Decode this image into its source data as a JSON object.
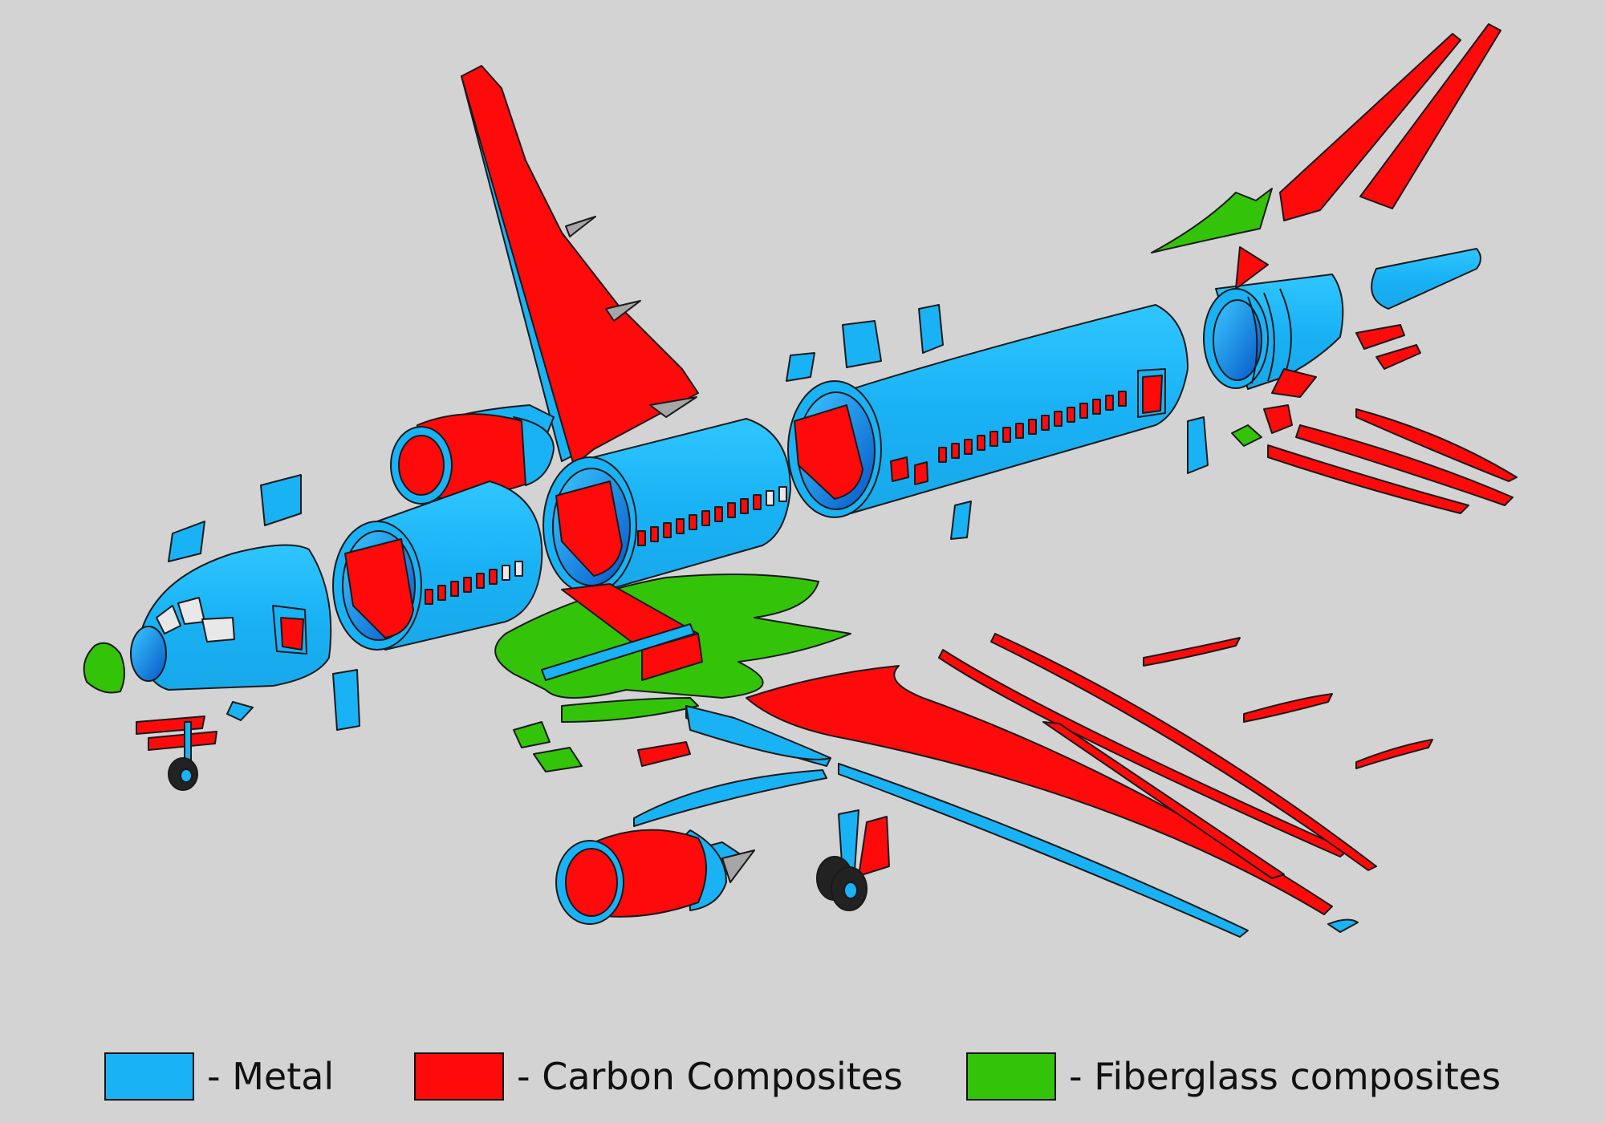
{
  "colors": {
    "background": "#d3d3d3",
    "metal": "#19b2f5",
    "metal_dark": "#0a6fd0",
    "carbon": "#ff0a0a",
    "fiberglass": "#33c40a",
    "gray_part": "#a6a6a6",
    "outline": "#1a1a1a"
  },
  "diagram": {
    "subject": "exploded-airliner-material-map"
  },
  "legend": {
    "items": [
      {
        "label": "- Metal",
        "color": "#19b2f5"
      },
      {
        "label": "- Carbon Composites",
        "color": "#ff0a0a"
      },
      {
        "label": "- Fiberglass composites",
        "color": "#33c40a"
      }
    ]
  }
}
